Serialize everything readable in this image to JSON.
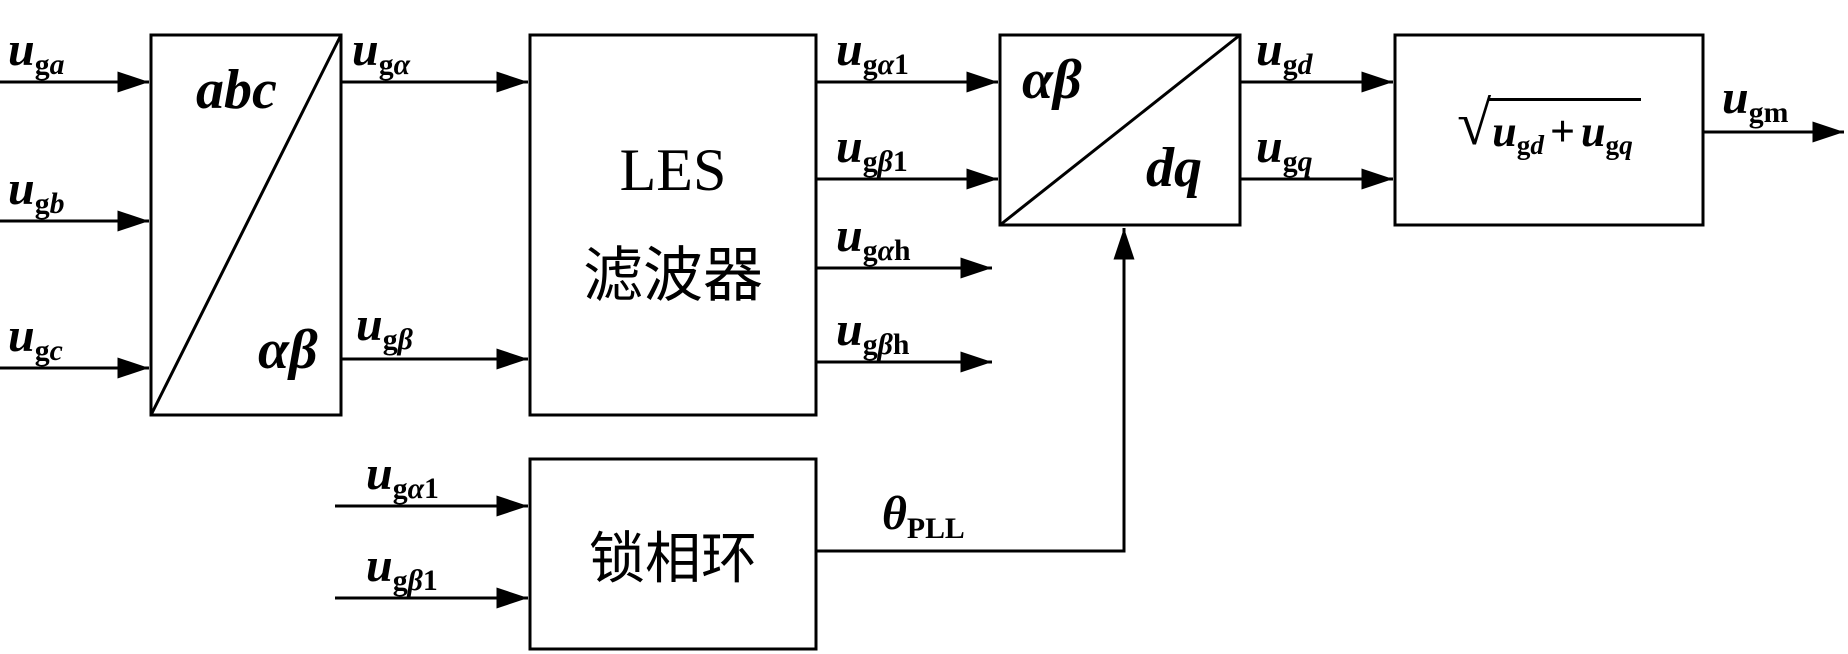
{
  "signals": {
    "uga": {
      "base": "u",
      "g": "g",
      "var": "a",
      "idx": ""
    },
    "ugb": {
      "base": "u",
      "g": "g",
      "var": "b",
      "idx": ""
    },
    "ugc": {
      "base": "u",
      "g": "g",
      "var": "c",
      "idx": ""
    },
    "ug_alpha": {
      "base": "u",
      "g": "g",
      "var": "α",
      "idx": ""
    },
    "ug_beta": {
      "base": "u",
      "g": "g",
      "var": "β",
      "idx": ""
    },
    "ug_alpha1": {
      "base": "u",
      "g": "g",
      "var": "α",
      "idx": "1"
    },
    "ug_beta1": {
      "base": "u",
      "g": "g",
      "var": "β",
      "idx": "1"
    },
    "ug_alphah": {
      "base": "u",
      "g": "g",
      "var": "α",
      "idx": "h"
    },
    "ug_betah": {
      "base": "u",
      "g": "g",
      "var": "β",
      "idx": "h"
    },
    "ugd": {
      "base": "u",
      "g": "g",
      "var": "d",
      "idx": ""
    },
    "ugq": {
      "base": "u",
      "g": "g",
      "var": "q",
      "idx": ""
    },
    "ugm": {
      "base": "u",
      "g": "gm",
      "var": "",
      "idx": ""
    },
    "theta_pll": {
      "base": "θ",
      "sub": "PLL"
    }
  },
  "blocks": {
    "abc_transform": {
      "top_label": "abc",
      "bottom_label": "αβ"
    },
    "les_filter": {
      "line1": "LES",
      "line2": "滤波器"
    },
    "dq_transform": {
      "top_label": "αβ",
      "bottom_label": "dq"
    },
    "pll": {
      "label": "锁相环"
    },
    "magnitude": {
      "radical": "√",
      "t1_base": "u",
      "t1_sub_g": "g",
      "t1_sub_v": "d",
      "operator": "+",
      "t2_base": "u",
      "t2_sub_g": "g",
      "t2_sub_v": "q"
    }
  }
}
